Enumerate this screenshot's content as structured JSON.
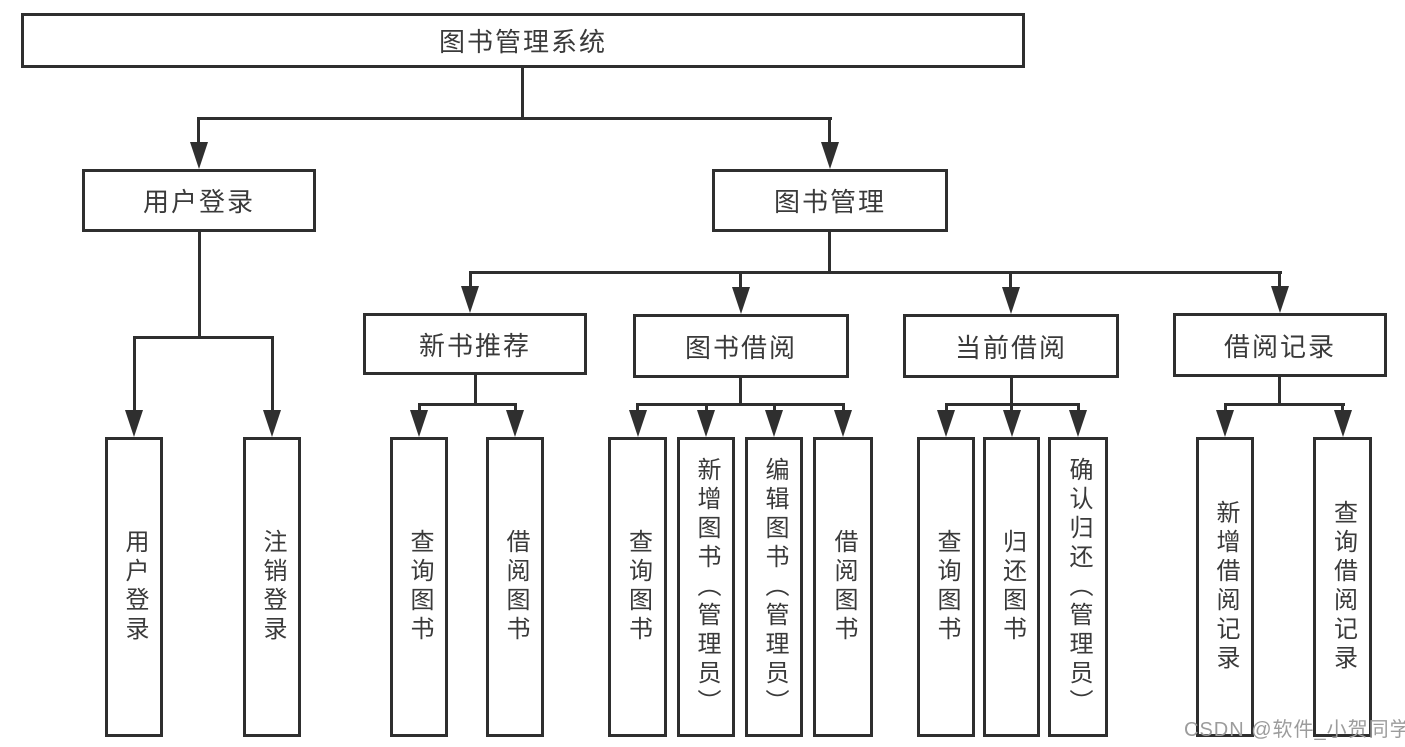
{
  "colors": {
    "line": "#2f2f2f",
    "text": "#3a3a3a",
    "box_background": "#ffffff",
    "page_background": "#ffffff",
    "watermark": "#9c9c9c"
  },
  "watermark": {
    "text": "CSDN @软件_小贺同学"
  },
  "tree": {
    "root": {
      "label": "图书管理系统"
    },
    "branches": [
      {
        "label": "用户登录",
        "children": [
          "用户登录",
          "注销登录"
        ]
      },
      {
        "label": "图书管理",
        "sections": [
          {
            "label": "新书推荐",
            "children": [
              "查询图书",
              "借阅图书"
            ]
          },
          {
            "label": "图书借阅",
            "children": [
              "查询图书",
              "新增图书（管理员）",
              "编辑图书（管理员）",
              "借阅图书"
            ]
          },
          {
            "label": "当前借阅",
            "children": [
              "查询图书",
              "归还图书",
              "确认归还（管理员）"
            ]
          },
          {
            "label": "借阅记录",
            "children": [
              "新增借阅记录",
              "查询借阅记录"
            ]
          }
        ]
      }
    ]
  }
}
